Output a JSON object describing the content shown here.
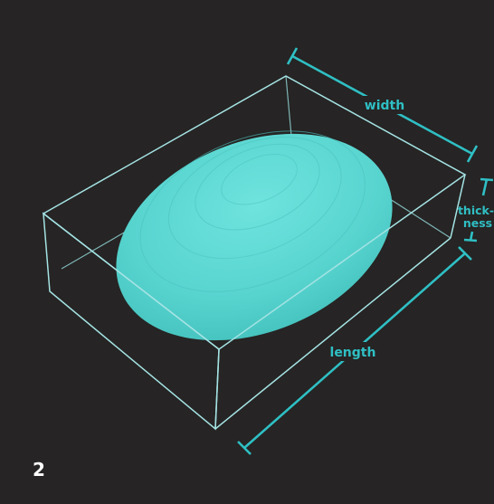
{
  "panel_number": "2",
  "labels": {
    "width": "width",
    "thickness_line1": "thick-",
    "thickness_line2": "ness",
    "length": "length"
  },
  "colors": {
    "background": "#262424",
    "box_edge": "#9fdfe0",
    "ellipsoid_fill": "#5fd6d2",
    "ellipsoid_ring": "#3fb8b6",
    "annotation": "#2fbfc4",
    "panel_number": "#ffffff"
  }
}
